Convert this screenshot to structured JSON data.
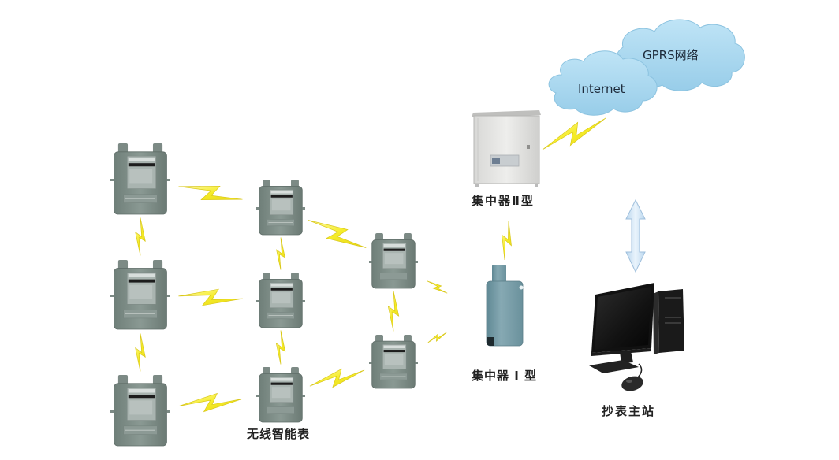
{
  "diagram": {
    "title": "无线智能表抄表系统拓扑",
    "network": {
      "cloud_internet_label": "Internet",
      "cloud_gprs_label": "GPRS网络"
    },
    "devices": {
      "meters_label": "无线智能表",
      "concentrator_1_label": "集中器 Ⅰ 型",
      "concentrator_2_label": "集中器Ⅱ型",
      "master_station_label": "抄表主站"
    },
    "meters": [
      {
        "id": "m1",
        "column": 1,
        "row": 1,
        "size": "large"
      },
      {
        "id": "m2",
        "column": 1,
        "row": 2,
        "size": "large"
      },
      {
        "id": "m3",
        "column": 1,
        "row": 3,
        "size": "large"
      },
      {
        "id": "m4",
        "column": 2,
        "row": 1,
        "size": "small"
      },
      {
        "id": "m5",
        "column": 2,
        "row": 2,
        "size": "small"
      },
      {
        "id": "m6",
        "column": 2,
        "row": 3,
        "size": "small"
      },
      {
        "id": "m7",
        "column": 3,
        "row": 1,
        "size": "small"
      },
      {
        "id": "m8",
        "column": 3,
        "row": 2,
        "size": "small"
      }
    ],
    "wireless_links": [
      {
        "from": "m1",
        "to": "m2"
      },
      {
        "from": "m2",
        "to": "m3"
      },
      {
        "from": "m1",
        "to": "m4"
      },
      {
        "from": "m2",
        "to": "m5"
      },
      {
        "from": "m3",
        "to": "m6"
      },
      {
        "from": "m4",
        "to": "m5"
      },
      {
        "from": "m5",
        "to": "m6"
      },
      {
        "from": "m4",
        "to": "m7"
      },
      {
        "from": "m6",
        "to": "m8"
      },
      {
        "from": "m7",
        "to": "m8"
      },
      {
        "from": "m7",
        "to": "concentrator_1"
      },
      {
        "from": "m8",
        "to": "concentrator_1"
      },
      {
        "from": "concentrator_1",
        "to": "concentrator_2"
      },
      {
        "from": "concentrator_2",
        "to": "internet"
      }
    ],
    "wired_links": [
      {
        "from": "internet",
        "to": "master_station",
        "direction": "bidirectional"
      }
    ],
    "colors": {
      "lightning": "#f3ec2a",
      "lightning_edge": "#d9c81a",
      "cloud": "#a9d8ef",
      "meter_body": "#7d8c86",
      "arrow": "#cfe3f4"
    }
  }
}
